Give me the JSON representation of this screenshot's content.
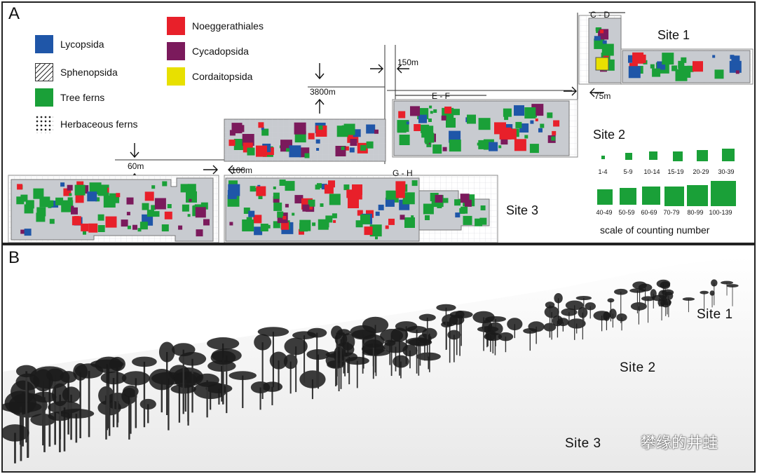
{
  "panelA": {
    "label": "A",
    "legend": [
      {
        "name": "Lycopsida",
        "color": "#1f56a8",
        "pattern": "solid"
      },
      {
        "name": "Sphenopsida",
        "color": "#ffffff",
        "pattern": "hatch"
      },
      {
        "name": "Tree ferns",
        "color": "#1aa038",
        "pattern": "solid"
      },
      {
        "name": "Herbaceous ferns",
        "color": "#ffffff",
        "pattern": "dots"
      },
      {
        "name": "Noeggerathiales",
        "color": "#e8202a",
        "pattern": "solid"
      },
      {
        "name": "Cycadopsida",
        "color": "#7b1a5c",
        "pattern": "solid"
      },
      {
        "name": "Cordaitopsida",
        "color": "#e8e000",
        "pattern": "solid"
      }
    ],
    "sites": [
      "Site 1",
      "Site 2",
      "Site 3"
    ],
    "dimensions": [
      "C - D",
      "150m",
      "3800m",
      "E - F",
      "75m",
      "60m",
      "100m",
      "G - H"
    ],
    "scale": {
      "caption": "scale of counting number",
      "row1": [
        "1-4",
        "5-9",
        "10-14",
        "15-19",
        "20-29",
        "30-39"
      ],
      "row2": [
        "40-49",
        "50-59",
        "60-69",
        "70-79",
        "80-99",
        "100-139"
      ]
    }
  },
  "panelB": {
    "label": "B",
    "sites": [
      "Site 1",
      "Site 2",
      "Site 3"
    ],
    "watermark": "攀缘的井蛙"
  },
  "colors": {
    "panel_gray": "#c8cbd0",
    "grid": "#e4e6ea",
    "tree_fern": "#1aa038",
    "lyco": "#1f56a8",
    "noeg": "#e8202a",
    "cycad": "#7b1a5c",
    "corda": "#e8e000"
  }
}
